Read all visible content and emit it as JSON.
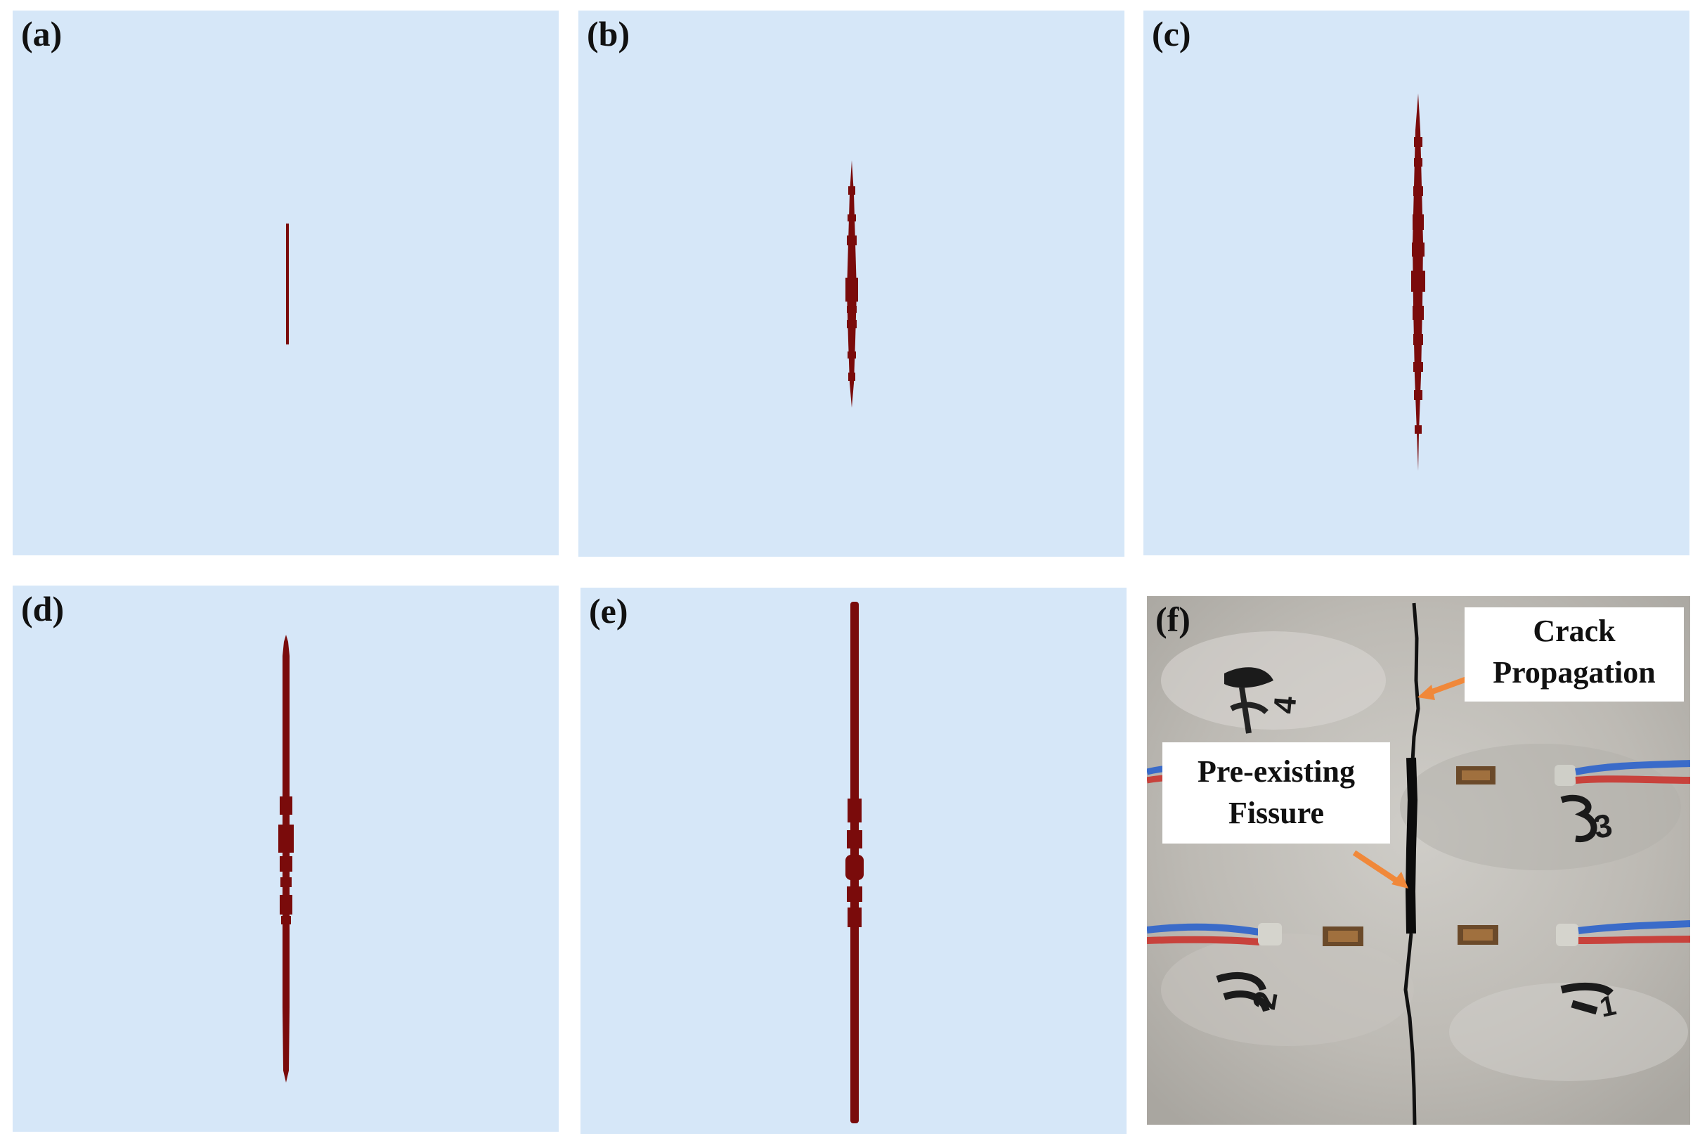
{
  "panels": {
    "a": {
      "label": "(a)"
    },
    "b": {
      "label": "(b)"
    },
    "c": {
      "label": "(c)"
    },
    "d": {
      "label": "(d)"
    },
    "e": {
      "label": "(e)"
    },
    "f": {
      "label": "(f)"
    }
  },
  "photo": {
    "crack_callout": {
      "line1": "Crack",
      "line2": "Propagation"
    },
    "fissure_callout": {
      "line1": "Pre-existing",
      "line2": "Fissure"
    },
    "gauge_marks": [
      "1",
      "2",
      "3",
      "4"
    ]
  },
  "colors": {
    "panel_bg": "#d6e7f8",
    "crack": "#7a0b0b",
    "arrow": "#f0883a"
  }
}
